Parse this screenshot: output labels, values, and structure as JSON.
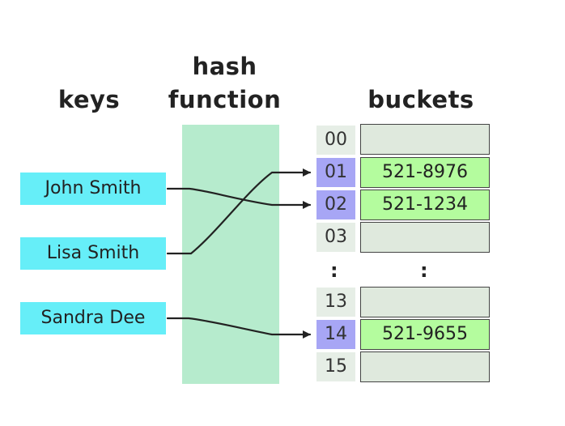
{
  "headers": {
    "keys": "keys",
    "hash_line1": "hash",
    "hash_line2": "function",
    "buckets": "buckets"
  },
  "keys": [
    "John Smith",
    "Lisa Smith",
    "Sandra Dee"
  ],
  "indices": [
    "00",
    "01",
    "02",
    "03",
    "13",
    "14",
    "15"
  ],
  "bucket_values": [
    "",
    "521-8976",
    "521-1234",
    "",
    "",
    "521-9655",
    ""
  ],
  "ellipsis": ":",
  "mappings": [
    {
      "key": "John Smith",
      "index": "02"
    },
    {
      "key": "Lisa Smith",
      "index": "01"
    },
    {
      "key": "Sandra Dee",
      "index": "14"
    }
  ],
  "colors": {
    "key_fill": "#66eef8",
    "hash_fill": "#b6ebcd",
    "index_hit": "#a7a6f5",
    "index_fill": "#e6eee6",
    "bucket_full": "#b4fc9e",
    "bucket_empty": "#dfe9dd"
  }
}
